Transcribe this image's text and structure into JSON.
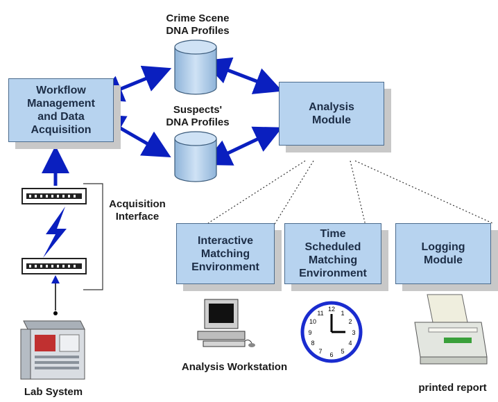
{
  "boxes": {
    "workflow": "Workflow\nManagement\nand Data\nAcquisition",
    "analysis": "Analysis\nModule",
    "interactive": "Interactive\nMatching\nEnvironment",
    "time_scheduled": "Time\nScheduled\nMatching\nEnvironment",
    "logging": "Logging\nModule"
  },
  "databases": {
    "crime_scene": "Crime Scene\nDNA Profiles",
    "suspects": "Suspects'\nDNA Profiles"
  },
  "labels": {
    "acquisition_interface": "Acquisition\nInterface",
    "analysis_workstation": "Analysis Workstation",
    "printed_report": "printed report",
    "lab_system": "Lab System"
  },
  "colors": {
    "box_fill": "#b7d3ef",
    "arrow_blue": "#0a1fbf",
    "shadow": "#c8c8c8"
  },
  "icons": [
    "database-icon",
    "network-device-icon",
    "lightning-link-icon",
    "computer-workstation-icon",
    "clock-icon",
    "printer-icon",
    "lab-instrument-icon"
  ]
}
